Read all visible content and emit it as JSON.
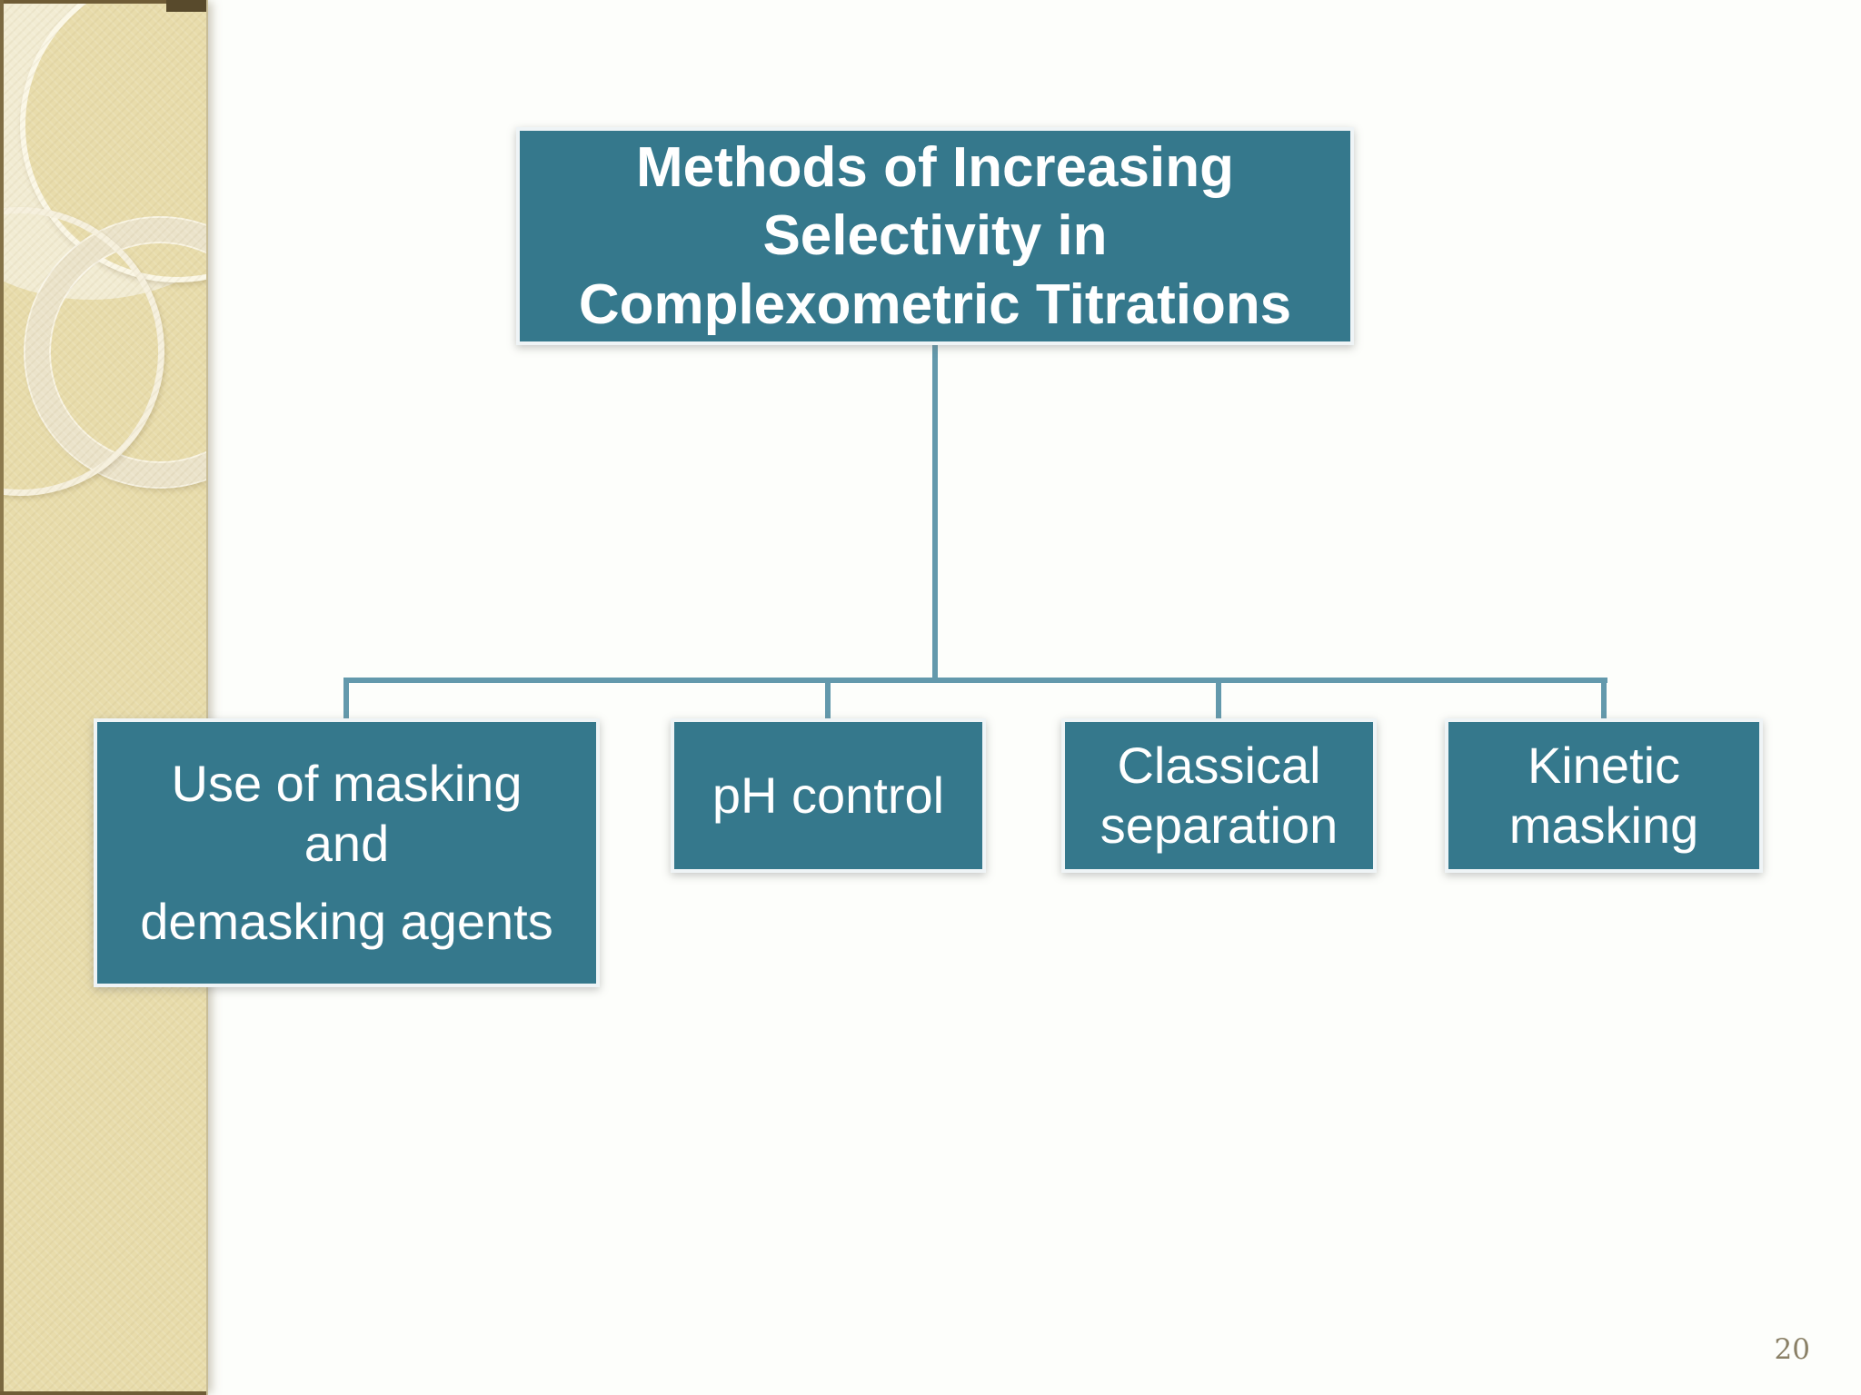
{
  "slide": {
    "diagram": {
      "root_label": "Methods of Increasing\nSelectivity in\nComplexometric Titrations",
      "children": [
        {
          "para1": "Use of masking\nand",
          "para2": "demasking agents"
        },
        {
          "label": "pH control"
        },
        {
          "label": "Classical separation"
        },
        {
          "label": "Kinetic masking"
        }
      ],
      "box_color": "#35788c",
      "connector_color": "#6399ac",
      "text_color": "#ffffff"
    },
    "sidebar": {
      "base_color": "#e8dcab",
      "accent_light": "#f2ecd3",
      "edge_color": "#6f5c36"
    },
    "page_number": "20"
  }
}
